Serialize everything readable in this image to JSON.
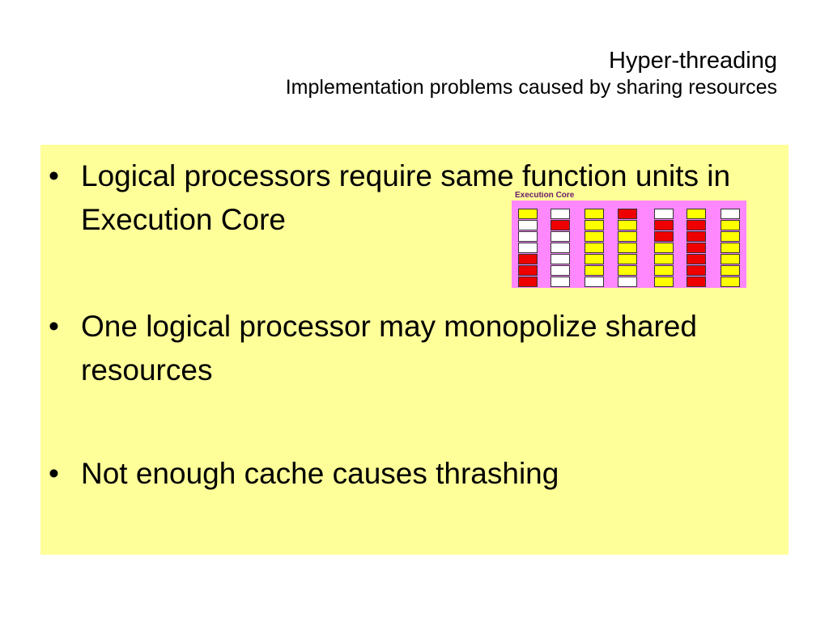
{
  "title": {
    "line1": "Hyper-threading",
    "line2": "Implementation problems caused by sharing resources"
  },
  "bullets": [
    {
      "marker": "•",
      "text": "Logical processors require same function units in Execution Core"
    },
    {
      "marker": "•",
      "text": "One logical processor may monopolize shared resources"
    },
    {
      "marker": "•",
      "text": "Not enough cache causes thrashing"
    }
  ],
  "execution_core": {
    "label": "Execution Core",
    "colors": {
      "yellow": "#ffff00",
      "red": "#ee0000",
      "white": "#ffffff",
      "background": "#ff88ff"
    },
    "columns": [
      [
        "y",
        "w",
        "w",
        "w",
        "r",
        "r",
        "r"
      ],
      [
        "w",
        "r",
        "w",
        "w",
        "w",
        "w",
        "w"
      ],
      [
        "y",
        "y",
        "y",
        "y",
        "y",
        "y",
        "w"
      ],
      [
        "r",
        "y",
        "y",
        "y",
        "y",
        "y",
        "w"
      ],
      [
        "w",
        "r",
        "r",
        "y",
        "y",
        "y",
        "y"
      ],
      [
        "y",
        "r",
        "r",
        "r",
        "r",
        "r",
        "r"
      ],
      [
        "w",
        "y",
        "y",
        "y",
        "y",
        "y",
        "y"
      ]
    ]
  }
}
